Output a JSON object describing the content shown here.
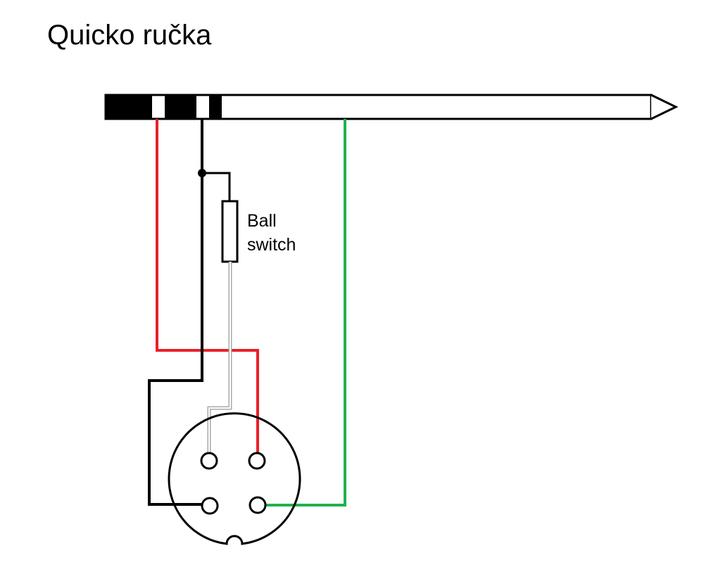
{
  "title": "Quicko ručka",
  "switch_label": {
    "line1": "Ball",
    "line2": "switch"
  },
  "colors": {
    "red": "#e8202a",
    "black": "#000000",
    "green": "#22b14c",
    "gray_outline": "#aaaaaa",
    "white": "#ffffff"
  },
  "components": {
    "plug": "3.5mm TRRS jack plug",
    "resistor": "ball switch",
    "connector": "4-pin round connector"
  },
  "wires": [
    {
      "color": "red",
      "from": "plug ring 1",
      "to": "connector pin top-right"
    },
    {
      "color": "black",
      "from": "plug ring 2",
      "to": "connector pin bottom-left"
    },
    {
      "color": "white",
      "from": "ball switch",
      "to": "connector pin top-left"
    },
    {
      "color": "green",
      "from": "plug sleeve",
      "to": "connector pin bottom-right"
    }
  ]
}
